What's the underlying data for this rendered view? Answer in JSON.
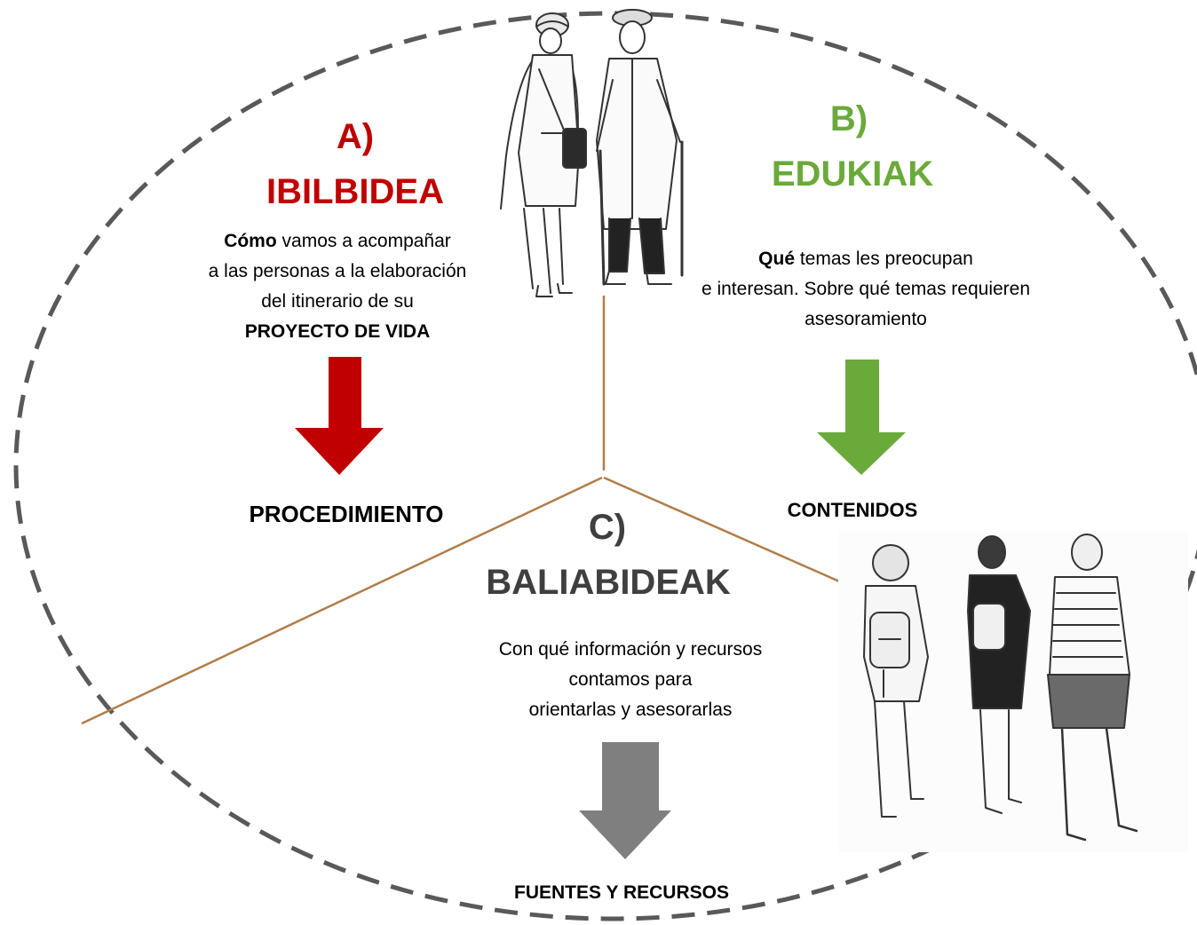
{
  "colors": {
    "section_a": "#c00000",
    "section_b": "#6aaa3a",
    "section_c": "#3f3f3f",
    "arrow_c": "#7f7f7f",
    "divider": "#b07d4a",
    "outline": "#595959"
  },
  "section_a": {
    "letter": "A)",
    "title": "IBILBIDEA",
    "desc_bold": "Cómo",
    "desc_rest": " vamos a acompañar",
    "desc_line2": "a las personas a la elaboración",
    "desc_line3": "del itinerario de su",
    "desc_line4": "PROYECTO DE VIDA",
    "outcome": "PROCEDIMIENTO"
  },
  "section_b": {
    "letter": "B)",
    "title": "EDUKIAK",
    "desc_bold": "Qué",
    "desc_rest": " temas les preocupan",
    "desc_line2": "e interesan. Sobre qué temas requieren",
    "desc_line3": "asesoramiento",
    "outcome": "CONTENIDOS"
  },
  "section_c": {
    "letter": "C)",
    "title": "BALIABIDEAK",
    "desc_line1": "Con qué información y recursos",
    "desc_line2": "contamos para",
    "desc_line3": "orientarlas y asesorarlas",
    "outcome": "FUENTES Y RECURSOS"
  },
  "illustrations": {
    "top": "elderly-couple-walking-sketch",
    "bottom": "three-people-walking-sketch"
  }
}
